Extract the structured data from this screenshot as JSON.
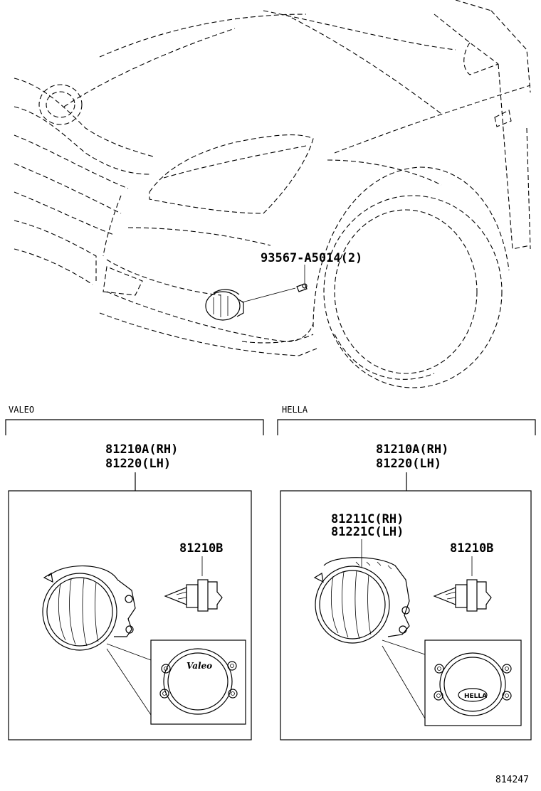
{
  "callout_top": "93567-A5014(2)",
  "sections": [
    {
      "title": "VALEO",
      "assembly_rh": "81210A(RH)",
      "assembly_lh": "81220(LH)",
      "bulb": "81210B",
      "brand_mark": "Valeo"
    },
    {
      "title": "HELLA",
      "assembly_rh": "81210A(RH)",
      "assembly_lh": "81220(LH)",
      "sub_rh": "81211C(RH)",
      "sub_lh": "81221C(LH)",
      "bulb": "81210B",
      "brand_mark": "HELLA"
    }
  ],
  "figure_id": "814247"
}
